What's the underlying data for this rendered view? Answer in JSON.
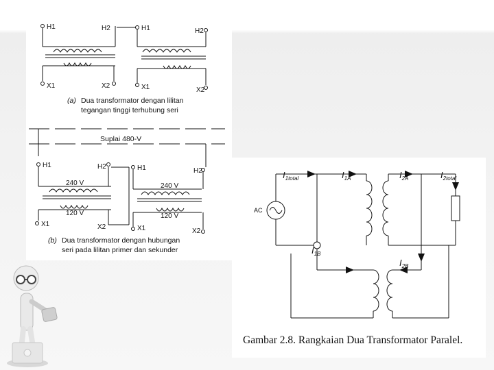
{
  "left_figure": {
    "part_a": {
      "labels": {
        "h1_left": "H1",
        "h2_left": "H2",
        "h1_right": "H1",
        "h2_right": "H2",
        "x1_left": "X1",
        "x2_left": "X2",
        "x1_right": "X1",
        "x2_right": "X2"
      },
      "caption_letter": "(a)",
      "caption_line1": "Dua transformator dengan lilitan",
      "caption_line2": "tegangan tinggi terhubung seri"
    },
    "supply_label": "Suplai 480-V",
    "part_b": {
      "labels": {
        "h1_left": "H1",
        "h2_left": "H2",
        "h1_right": "H1",
        "h2_right": "H2",
        "x1_left": "X1",
        "x2_left": "X2",
        "x1_right": "X1",
        "x2_right": "X2",
        "v240_left": "240 V",
        "v120_left": "120 V",
        "v240_right": "240 V",
        "v120_right": "120 V"
      },
      "caption_letter": "(b)",
      "caption_line1": "Dua transformator dengan hubungan",
      "caption_line2": "seri pada lilitan primer dan sekunder"
    }
  },
  "right_figure": {
    "source_label": "AC",
    "currents": {
      "i1total": "I",
      "i1total_sub": "1total",
      "i1a": "I",
      "i1a_sub": "1A",
      "i2a": "I",
      "i2a_sub": "2A",
      "i2total": "I",
      "i2total_sub": "2total",
      "i1b": "I",
      "i1b_sub": "1B",
      "i2b": "I",
      "i2b_sub": "2B"
    },
    "caption": "Gambar 2.8. Rangkaian Dua Transformator Paralel."
  },
  "colors": {
    "line": "#111111",
    "slide_gray": "#eeeeee"
  }
}
